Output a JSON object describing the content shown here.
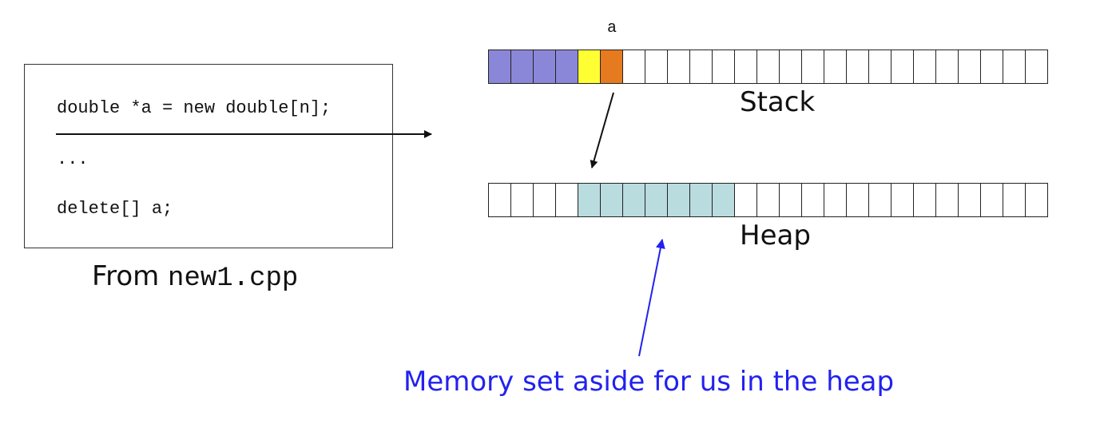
{
  "code": {
    "line1": "double *a = new double[n];",
    "line2": "...",
    "line3": "delete[] a;"
  },
  "caption": {
    "prefix": "From ",
    "filename": "new1.cpp"
  },
  "variable_label": "a",
  "stack": {
    "label": "Stack",
    "cell_count": 25,
    "cells": [
      "#8b87d8",
      "#8b87d8",
      "#8b87d8",
      "#8b87d8",
      "#ffff33",
      "#e67a1e",
      "#ffffff",
      "#ffffff",
      "#ffffff",
      "#ffffff",
      "#ffffff",
      "#ffffff",
      "#ffffff",
      "#ffffff",
      "#ffffff",
      "#ffffff",
      "#ffffff",
      "#ffffff",
      "#ffffff",
      "#ffffff",
      "#ffffff",
      "#ffffff",
      "#ffffff",
      "#ffffff",
      "#ffffff"
    ]
  },
  "heap": {
    "label": "Heap",
    "cell_count": 25,
    "cells": [
      "#ffffff",
      "#ffffff",
      "#ffffff",
      "#ffffff",
      "#b9dcdf",
      "#b9dcdf",
      "#b9dcdf",
      "#b9dcdf",
      "#b9dcdf",
      "#b9dcdf",
      "#b9dcdf",
      "#ffffff",
      "#ffffff",
      "#ffffff",
      "#ffffff",
      "#ffffff",
      "#ffffff",
      "#ffffff",
      "#ffffff",
      "#ffffff",
      "#ffffff",
      "#ffffff",
      "#ffffff",
      "#ffffff",
      "#ffffff"
    ]
  },
  "annotation": "Memory set aside for us in the heap",
  "colors": {
    "annotation": "#2222ee",
    "arrow": "#111111"
  }
}
